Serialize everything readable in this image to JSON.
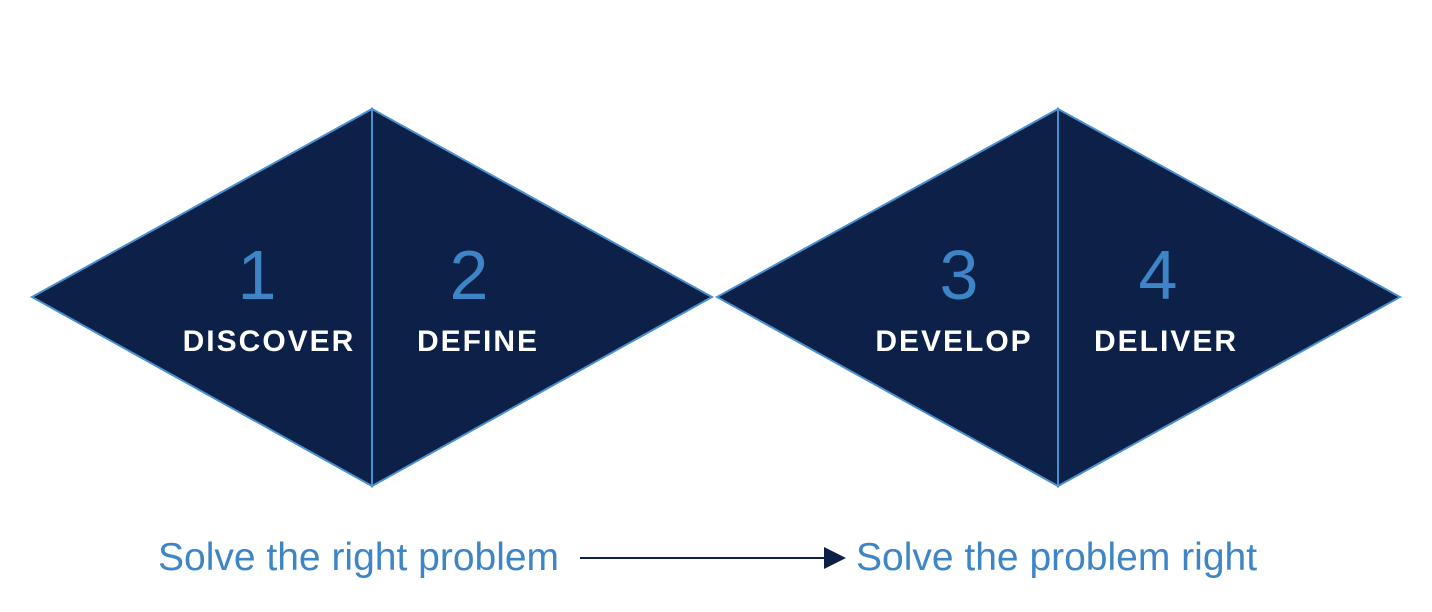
{
  "colors": {
    "diamond_fill": "#0d2047",
    "diamond_stroke": "#4a8fcf",
    "number_text": "#3d85c6",
    "label_text": "#ffffff",
    "caption_text": "#3d85c6",
    "arrow": "#0d2047"
  },
  "phases": [
    {
      "number": "1",
      "label": "DISCOVER"
    },
    {
      "number": "2",
      "label": "DEFINE"
    },
    {
      "number": "3",
      "label": "DEVELOP"
    },
    {
      "number": "4",
      "label": "DELIVER"
    }
  ],
  "captions": {
    "left": "Solve the right problem",
    "right": "Solve the problem right"
  }
}
